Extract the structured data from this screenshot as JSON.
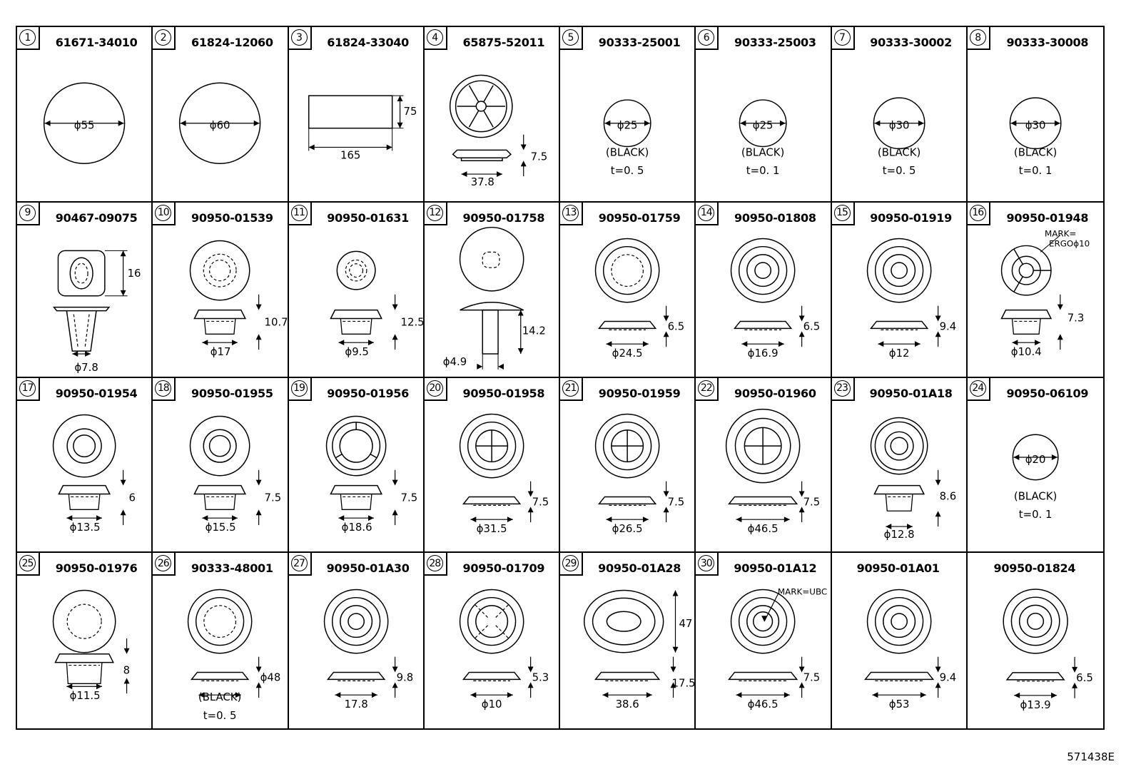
{
  "parts": [
    {
      "num": "1",
      "part": "61671-34010",
      "dims": [
        "ϕ55"
      ],
      "notes": []
    },
    {
      "num": "2",
      "part": "61824-12060",
      "dims": [
        "ϕ60"
      ],
      "notes": []
    },
    {
      "num": "3",
      "part": "61824-33040",
      "dims": [
        "75",
        "165"
      ],
      "notes": []
    },
    {
      "num": "4",
      "part": "65875-52011",
      "dims": [
        "7.5",
        "37.8"
      ],
      "notes": []
    },
    {
      "num": "5",
      "part": "90333-25001",
      "dims": [
        "ϕ25"
      ],
      "notes": [
        "(BLACK)",
        "t=0. 5"
      ]
    },
    {
      "num": "6",
      "part": "90333-25003",
      "dims": [
        "ϕ25"
      ],
      "notes": [
        "(BLACK)",
        "t=0. 1"
      ]
    },
    {
      "num": "7",
      "part": "90333-30002",
      "dims": [
        "ϕ30"
      ],
      "notes": [
        "(BLACK)",
        "t=0. 5"
      ]
    },
    {
      "num": "8",
      "part": "90333-30008",
      "dims": [
        "ϕ30"
      ],
      "notes": [
        "(BLACK)",
        "t=0. 1"
      ]
    },
    {
      "num": "9",
      "part": "90467-09075",
      "dims": [
        "16",
        "ϕ7.8"
      ],
      "notes": []
    },
    {
      "num": "10",
      "part": "90950-01539",
      "dims": [
        "10.7",
        "ϕ17"
      ],
      "notes": []
    },
    {
      "num": "11",
      "part": "90950-01631",
      "dims": [
        "12.5",
        "ϕ9.5"
      ],
      "notes": []
    },
    {
      "num": "12",
      "part": "90950-01758",
      "dims": [
        "14.2",
        "ϕ4.9"
      ],
      "notes": []
    },
    {
      "num": "13",
      "part": "90950-01759",
      "dims": [
        "6.5",
        "ϕ24.5"
      ],
      "notes": []
    },
    {
      "num": "14",
      "part": "90950-01808",
      "dims": [
        "6.5",
        "ϕ16.9"
      ],
      "notes": []
    },
    {
      "num": "15",
      "part": "90950-01919",
      "dims": [
        "9.4",
        "ϕ12"
      ],
      "notes": []
    },
    {
      "num": "16",
      "part": "90950-01948",
      "dims": [
        "7.3",
        "ϕ10.4"
      ],
      "notes": [
        "MARK=",
        "ERGOϕ10"
      ]
    },
    {
      "num": "17",
      "part": "90950-01954",
      "dims": [
        "6",
        "ϕ13.5"
      ],
      "notes": []
    },
    {
      "num": "18",
      "part": "90950-01955",
      "dims": [
        "7.5",
        "ϕ15.5"
      ],
      "notes": []
    },
    {
      "num": "19",
      "part": "90950-01956",
      "dims": [
        "7.5",
        "ϕ18.6"
      ],
      "notes": []
    },
    {
      "num": "20",
      "part": "90950-01958",
      "dims": [
        "7.5",
        "ϕ31.5"
      ],
      "notes": []
    },
    {
      "num": "21",
      "part": "90950-01959",
      "dims": [
        "7.5",
        "ϕ26.5"
      ],
      "notes": []
    },
    {
      "num": "22",
      "part": "90950-01960",
      "dims": [
        "7.5",
        "ϕ46.5"
      ],
      "notes": []
    },
    {
      "num": "23",
      "part": "90950-01A18",
      "dims": [
        "8.6",
        "ϕ12.8"
      ],
      "notes": []
    },
    {
      "num": "24",
      "part": "90950-06109",
      "dims": [
        "ϕ20"
      ],
      "notes": [
        "(BLACK)",
        "t=0. 1"
      ]
    },
    {
      "num": "25",
      "part": "90950-01976",
      "dims": [
        "8",
        "ϕ11.5"
      ],
      "notes": []
    },
    {
      "num": "26",
      "part": "90333-48001",
      "dims": [
        "ϕ48"
      ],
      "notes": [
        "(BLACK)",
        "t=0. 5"
      ]
    },
    {
      "num": "27",
      "part": "90950-01A30",
      "dims": [
        "9.8",
        "17.8"
      ],
      "notes": []
    },
    {
      "num": "28",
      "part": "90950-01709",
      "dims": [
        "5.3",
        "ϕ10"
      ],
      "notes": []
    },
    {
      "num": "29",
      "part": "90950-01A28",
      "dims": [
        "47",
        "17.5",
        "38.6"
      ],
      "notes": []
    },
    {
      "num": "30",
      "part": "90950-01A12",
      "dims": [
        "7.5",
        "ϕ46.5"
      ],
      "notes": [
        "MARK=UBC"
      ]
    },
    {
      "num": "",
      "part": "90950-01A01",
      "dims": [
        "9.4",
        "ϕ53"
      ],
      "notes": []
    },
    {
      "num": "",
      "part": "90950-01824",
      "dims": [
        "6.5",
        "ϕ13.9"
      ],
      "notes": []
    }
  ],
  "footer_code": "571438E"
}
